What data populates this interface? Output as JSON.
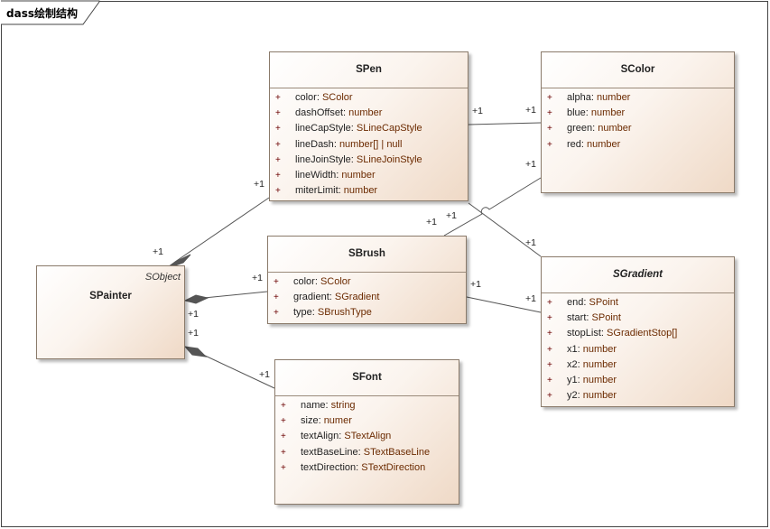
{
  "diagram": {
    "title": "dass绘制结构"
  },
  "classes": {
    "spen": {
      "name": "SPen",
      "attributes": [
        {
          "vis": "+",
          "name": "color",
          "type": "SColor"
        },
        {
          "vis": "+",
          "name": "dashOffset",
          "type": "number"
        },
        {
          "vis": "+",
          "name": "lineCapStyle",
          "type": "SLineCapStyle"
        },
        {
          "vis": "+",
          "name": "lineDash",
          "type": "number[] | null"
        },
        {
          "vis": "+",
          "name": "lineJoinStyle",
          "type": "SLineJoinStyle"
        },
        {
          "vis": "+",
          "name": "lineWidth",
          "type": "number"
        },
        {
          "vis": "+",
          "name": "miterLimit",
          "type": "number"
        }
      ]
    },
    "scolor": {
      "name": "SColor",
      "attributes": [
        {
          "vis": "+",
          "name": "alpha",
          "type": "number"
        },
        {
          "vis": "+",
          "name": "blue",
          "type": "number"
        },
        {
          "vis": "+",
          "name": "green",
          "type": "number"
        },
        {
          "vis": "+",
          "name": "red",
          "type": "number"
        }
      ]
    },
    "sbrush": {
      "name": "SBrush",
      "attributes": [
        {
          "vis": "+",
          "name": "color",
          "type": "SColor"
        },
        {
          "vis": "+",
          "name": "gradient",
          "type": "SGradient"
        },
        {
          "vis": "+",
          "name": "type",
          "type": "SBrushType"
        }
      ]
    },
    "spainter": {
      "name": "SPainter",
      "stereotype": "SObject",
      "attributes": []
    },
    "sgradient": {
      "name": "SGradient",
      "abstract": true,
      "attributes": [
        {
          "vis": "+",
          "name": "end",
          "type": "SPoint"
        },
        {
          "vis": "+",
          "name": "start",
          "type": "SPoint"
        },
        {
          "vis": "+",
          "name": "stopList",
          "type": "SGradientStop[]"
        },
        {
          "vis": "+",
          "name": "x1",
          "type": "number"
        },
        {
          "vis": "+",
          "name": "x2",
          "type": "number"
        },
        {
          "vis": "+",
          "name": "y1",
          "type": "number"
        },
        {
          "vis": "+",
          "name": "y2",
          "type": "number"
        }
      ]
    },
    "sfont": {
      "name": "SFont",
      "attributes": [
        {
          "vis": "+",
          "name": "name",
          "type": "string"
        },
        {
          "vis": "+",
          "name": "size",
          "type": "numer"
        },
        {
          "vis": "+",
          "name": "textAlign",
          "type": "STextAlign"
        },
        {
          "vis": "+",
          "name": "textBaseLine",
          "type": "STextBaseLine"
        },
        {
          "vis": "+",
          "name": "textDirection",
          "type": "STextDirection"
        }
      ]
    }
  },
  "multiplicities": {
    "painter_pen_src": "+1",
    "painter_pen_dst": "+1",
    "painter_brush_src": "+1",
    "painter_brush_dst": "+1",
    "painter_font_src": "+1",
    "painter_font_dst": "+1",
    "pen_color_src": "+1",
    "pen_color_dst": "+1",
    "brush_color_src": "+1",
    "brush_color_dst": "+1",
    "pen_gradient_src": "+1",
    "pen_gradient_dst": "+1",
    "brush_gradient_src": "+1",
    "brush_gradient_dst": "+1"
  }
}
